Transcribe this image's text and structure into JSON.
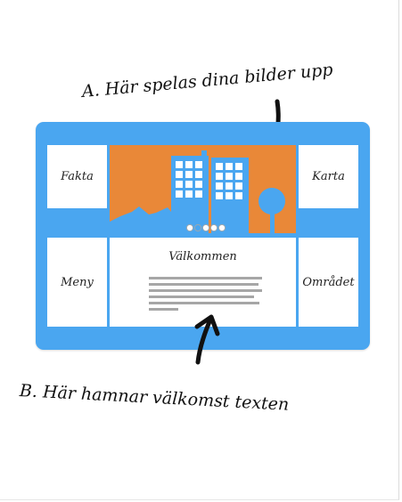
{
  "captions": {
    "a": "A. Här spelas dina bilder upp",
    "b": "B. Här hamnar välkomst texten"
  },
  "panels": {
    "fakta": "Fakta",
    "karta": "Karta",
    "meny": "Meny",
    "omradet": "Området",
    "welcome_title": "Välkommen"
  },
  "colors": {
    "frame_blue": "#4aa6f0",
    "hero_orange": "#e98838",
    "panel_white": "#ffffff",
    "text_line_gray": "#a6a6a6"
  },
  "slider": {
    "dot_count": 5,
    "active_dot": 1
  }
}
